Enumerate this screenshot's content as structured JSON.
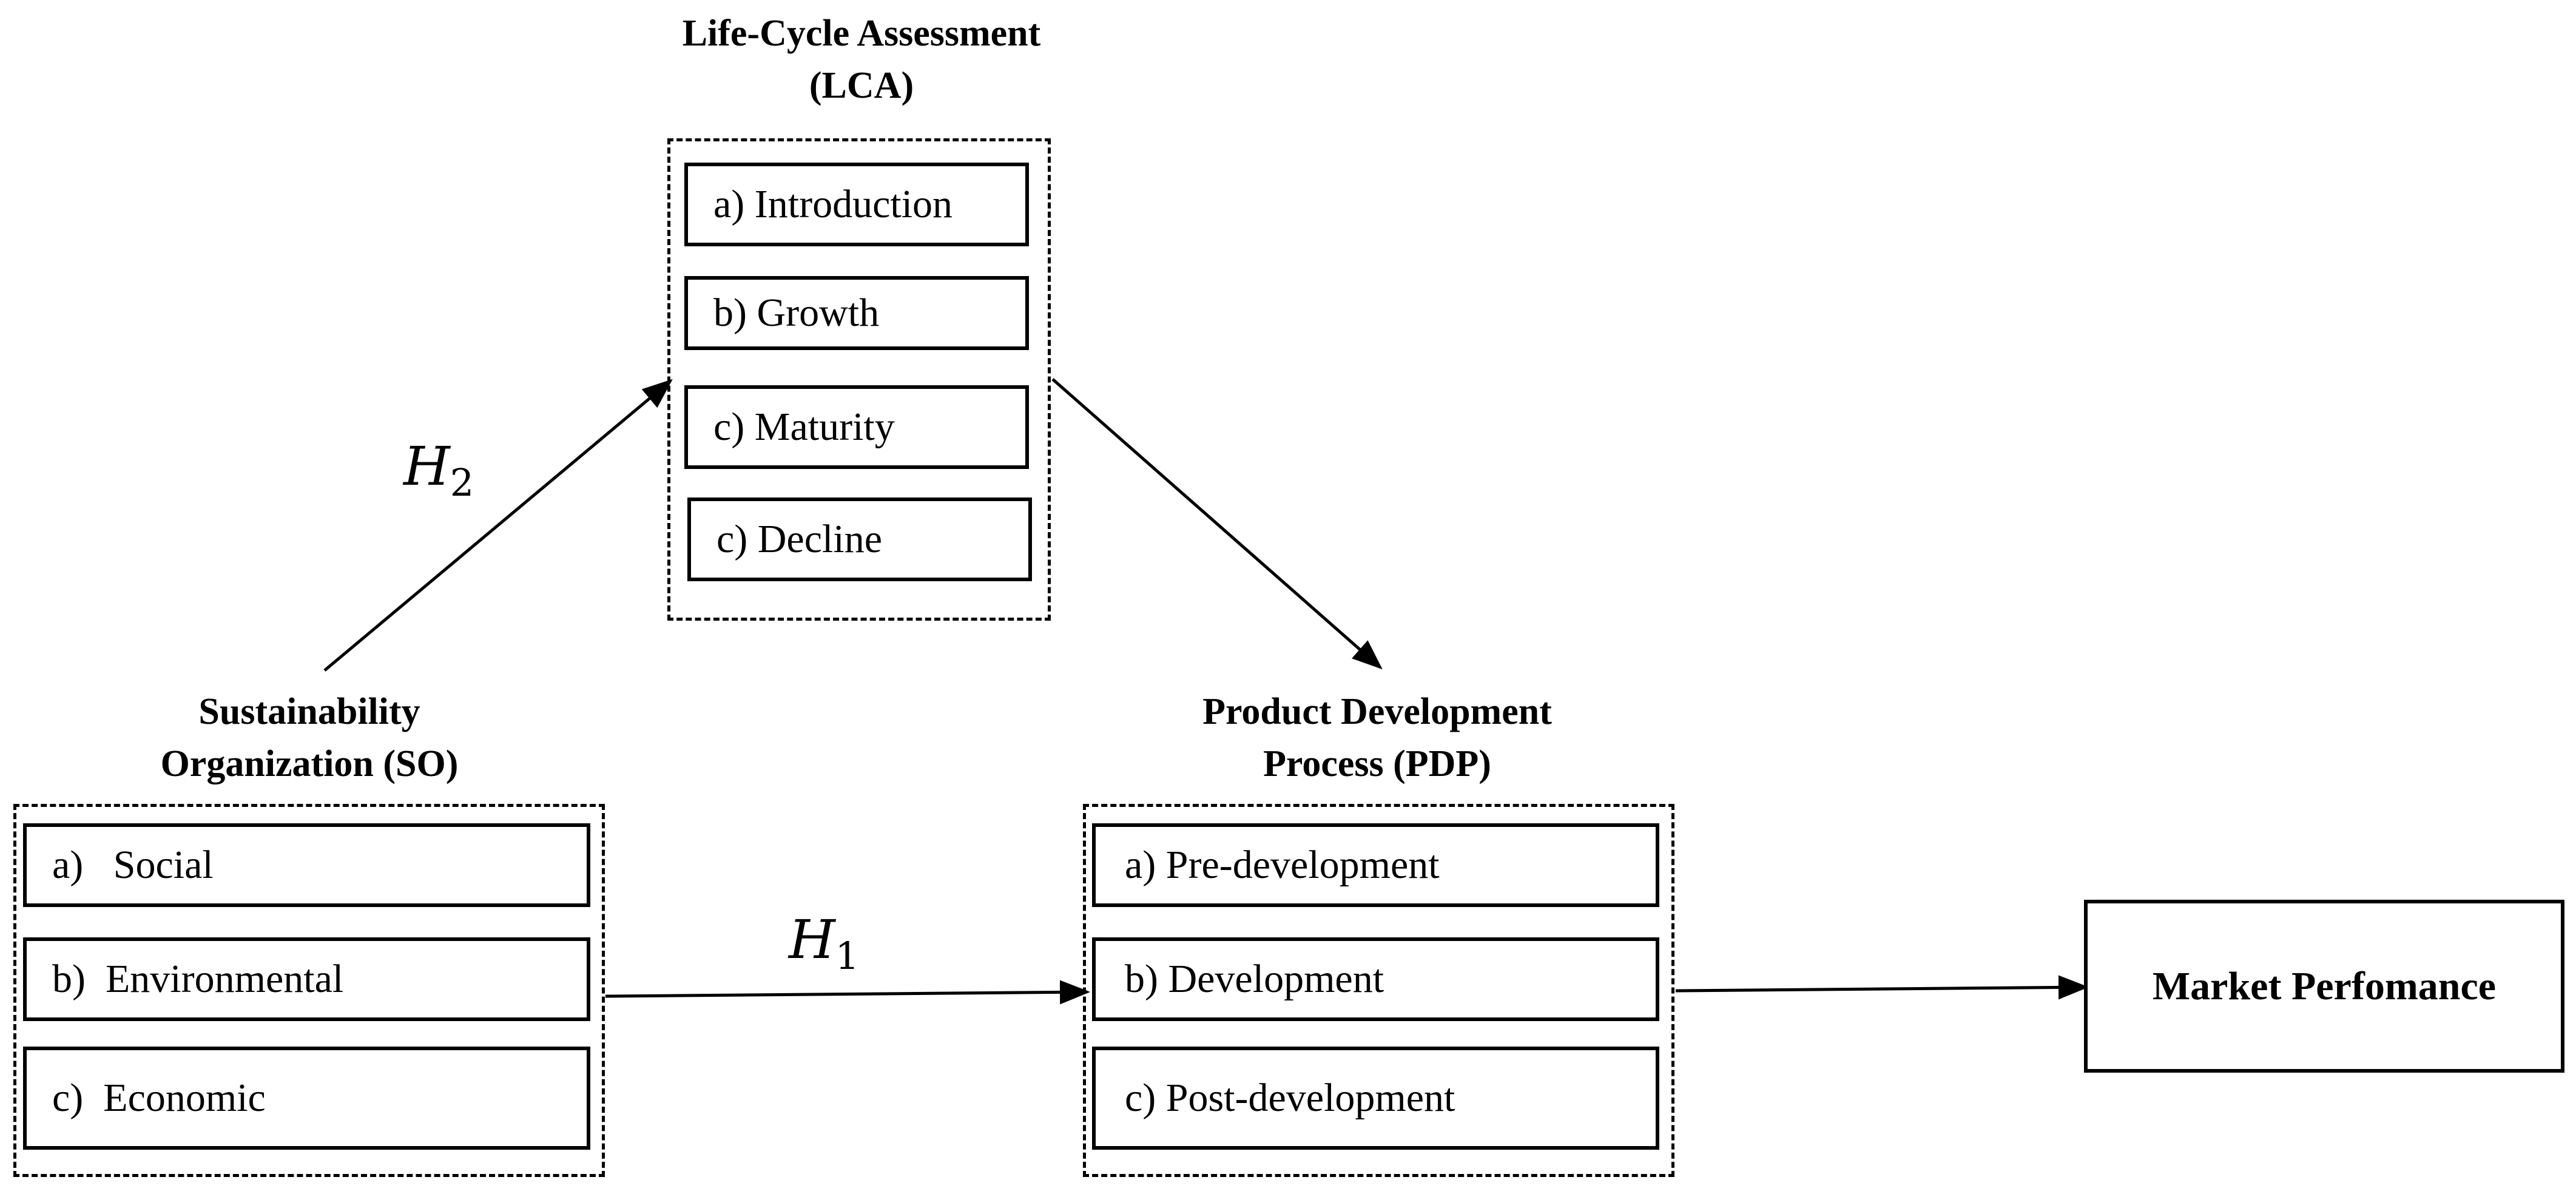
{
  "lca": {
    "title_line1": "Life-Cycle Assessment",
    "title_line2": "(LCA)",
    "items": [
      "a) Introduction",
      "b) Growth",
      "c) Maturity",
      "c) Decline"
    ]
  },
  "so": {
    "title_line1": "Sustainability",
    "title_line2": "Organization (SO)",
    "items": [
      "a)   Social",
      "b)  Environmental",
      "c)  Economic"
    ]
  },
  "pdp": {
    "title_line1": "Product Development",
    "title_line2": "Process (PDP)",
    "items": [
      "a) Pre-development",
      "b) Development",
      "c) Post-development"
    ]
  },
  "market": {
    "label": "Market Perfomance"
  },
  "hypotheses": {
    "h1": {
      "letter": "H",
      "sub": "1"
    },
    "h2": {
      "letter": "H",
      "sub": "2"
    }
  }
}
